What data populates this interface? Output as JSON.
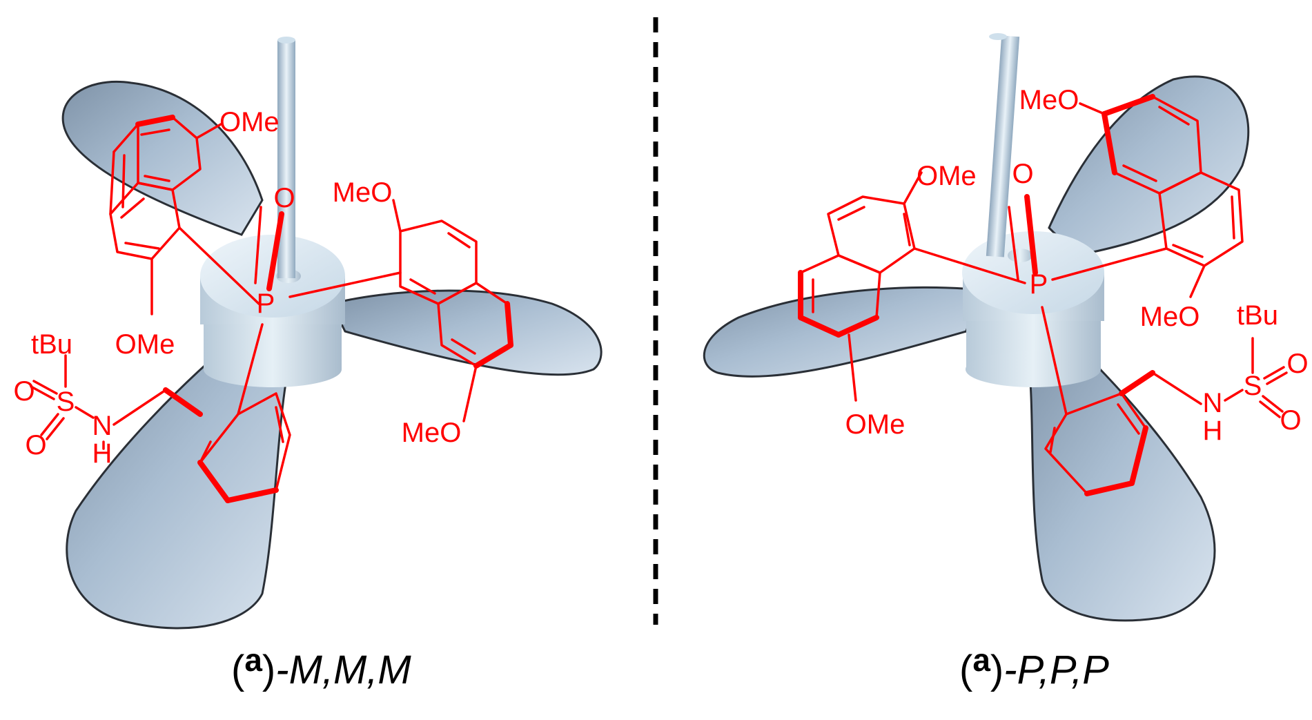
{
  "left_molecule": {
    "labels": {
      "ome_top": "OMe",
      "o_oxide": "O",
      "meo_right_upper": "MeO",
      "p_center": "P",
      "tbu": "tBu",
      "ome_left_lower": "OMe",
      "o_sulfonyl_1": "O",
      "s_sulfonyl": "S",
      "o_sulfonyl_2": "O",
      "n_amide": "N",
      "h_amide": "H",
      "meo_right_lower": "MeO"
    },
    "caption": {
      "open_paren": "(",
      "letter": "a",
      "close_paren": ")",
      "descriptor": "-M,M,M"
    }
  },
  "right_molecule": {
    "labels": {
      "meo_top": "MeO",
      "ome_left_upper": "OMe",
      "o_oxide": "O",
      "p_center": "P",
      "meo_right": "MeO",
      "tbu": "tBu",
      "o_sulfonyl_1": "O",
      "s_sulfonyl": "S",
      "o_sulfonyl_2": "O",
      "n_amide": "N",
      "h_amide": "H",
      "ome_lower": "OMe"
    },
    "caption": {
      "open_paren": "(",
      "letter": "a",
      "close_paren": ")",
      "descriptor": "-P,P,P"
    }
  },
  "colors": {
    "structure": "#ff0000",
    "propeller_blade": "#9fb3c8",
    "propeller_hub": "#d8e6ef",
    "mirror_line": "#000000",
    "caption_text": "#000000"
  }
}
